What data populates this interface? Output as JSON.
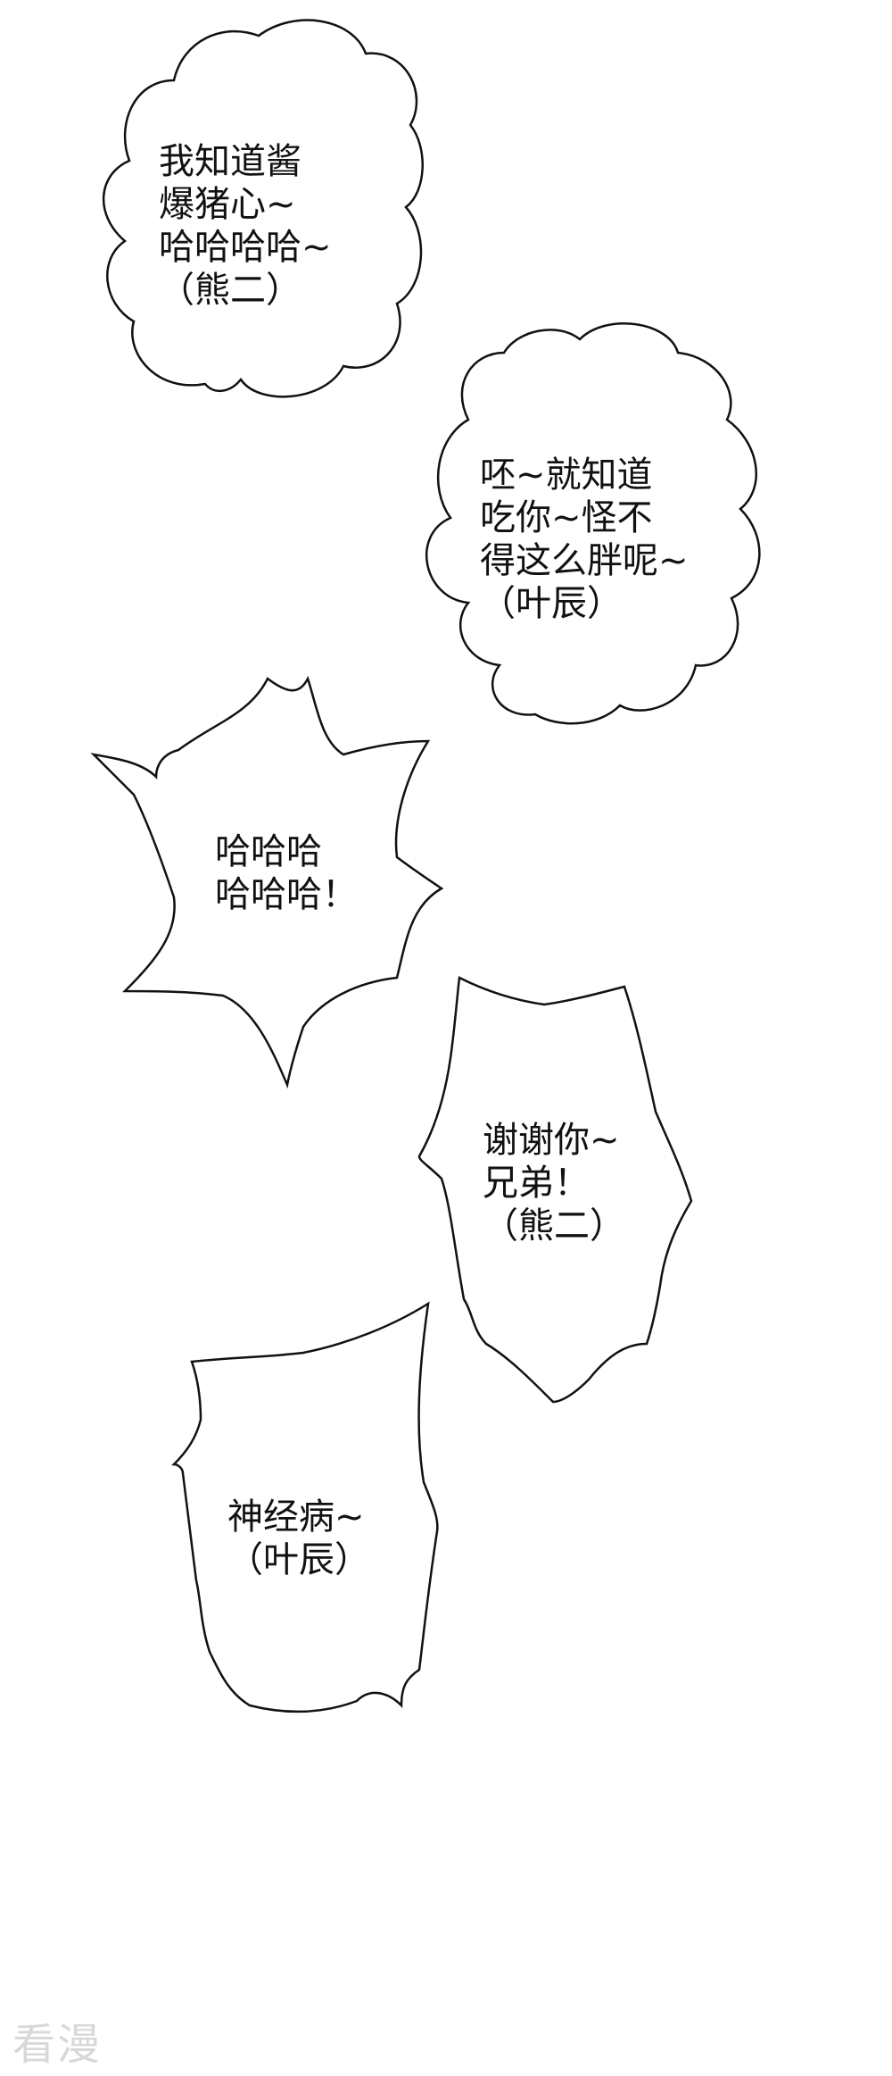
{
  "bubbles": [
    {
      "id": "bubble-1",
      "shape": "cloud",
      "lines": [
        "我知道酱",
        "爆猪心~",
        "哈哈哈哈~",
        "（熊二）"
      ]
    },
    {
      "id": "bubble-2",
      "shape": "cloud",
      "lines": [
        "呸~就知道",
        "吃你~怪不",
        "得这么胖呢~",
        "（叶辰）"
      ]
    },
    {
      "id": "bubble-3",
      "shape": "burst",
      "lines": [
        "哈哈哈",
        "哈哈哈！"
      ]
    },
    {
      "id": "bubble-4",
      "shape": "jagged",
      "lines": [
        "谢谢你~",
        "兄弟！",
        "（熊二）"
      ]
    },
    {
      "id": "bubble-5",
      "shape": "jagged",
      "lines": [
        "神经病~",
        "（叶辰）"
      ]
    }
  ],
  "watermark": "看漫",
  "colors": {
    "background": "#ffffff",
    "outline": "#111111",
    "text": "#111111",
    "watermark": "#d8d8d8"
  }
}
